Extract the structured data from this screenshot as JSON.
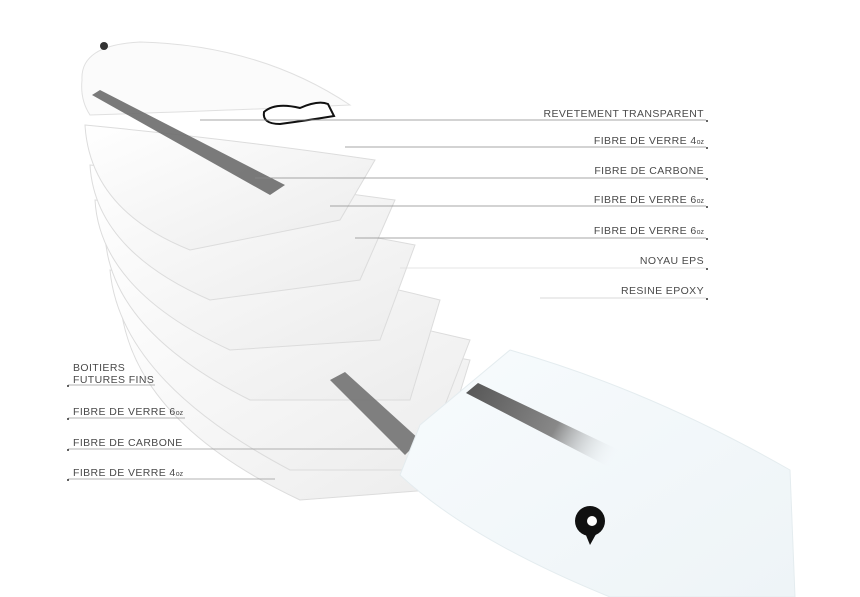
{
  "diagram": {
    "subject": "Exploded surfboard construction layers",
    "right_labels": [
      {
        "text": "REVETEMENT TRANSPARENT",
        "sub": ""
      },
      {
        "text": "FIBRE DE VERRE 4",
        "sub": "oz"
      },
      {
        "text": "FIBRE DE CARBONE",
        "sub": ""
      },
      {
        "text": "FIBRE DE VERRE 6",
        "sub": "oz"
      },
      {
        "text": "FIBRE DE VERRE 6",
        "sub": "oz"
      },
      {
        "text": "NOYAU EPS",
        "sub": ""
      },
      {
        "text": "RESINE EPOXY",
        "sub": ""
      }
    ],
    "left_labels": [
      {
        "text": "BOITIERS",
        "text2": "FUTURES FINS",
        "sub": ""
      },
      {
        "text": "FIBRE DE VERRE 6",
        "sub": "oz"
      },
      {
        "text": "FIBRE DE CARBONE",
        "sub": ""
      },
      {
        "text": "FIBRE DE VERRE 4",
        "sub": "oz"
      }
    ],
    "colors": {
      "layer": "#f4f4f4",
      "layer_edge": "#d8d8d8",
      "carbon": "#6b6b6b",
      "leader": "#8a8a8a",
      "text": "#4a4a4a",
      "board": "#f3f8fa"
    }
  }
}
